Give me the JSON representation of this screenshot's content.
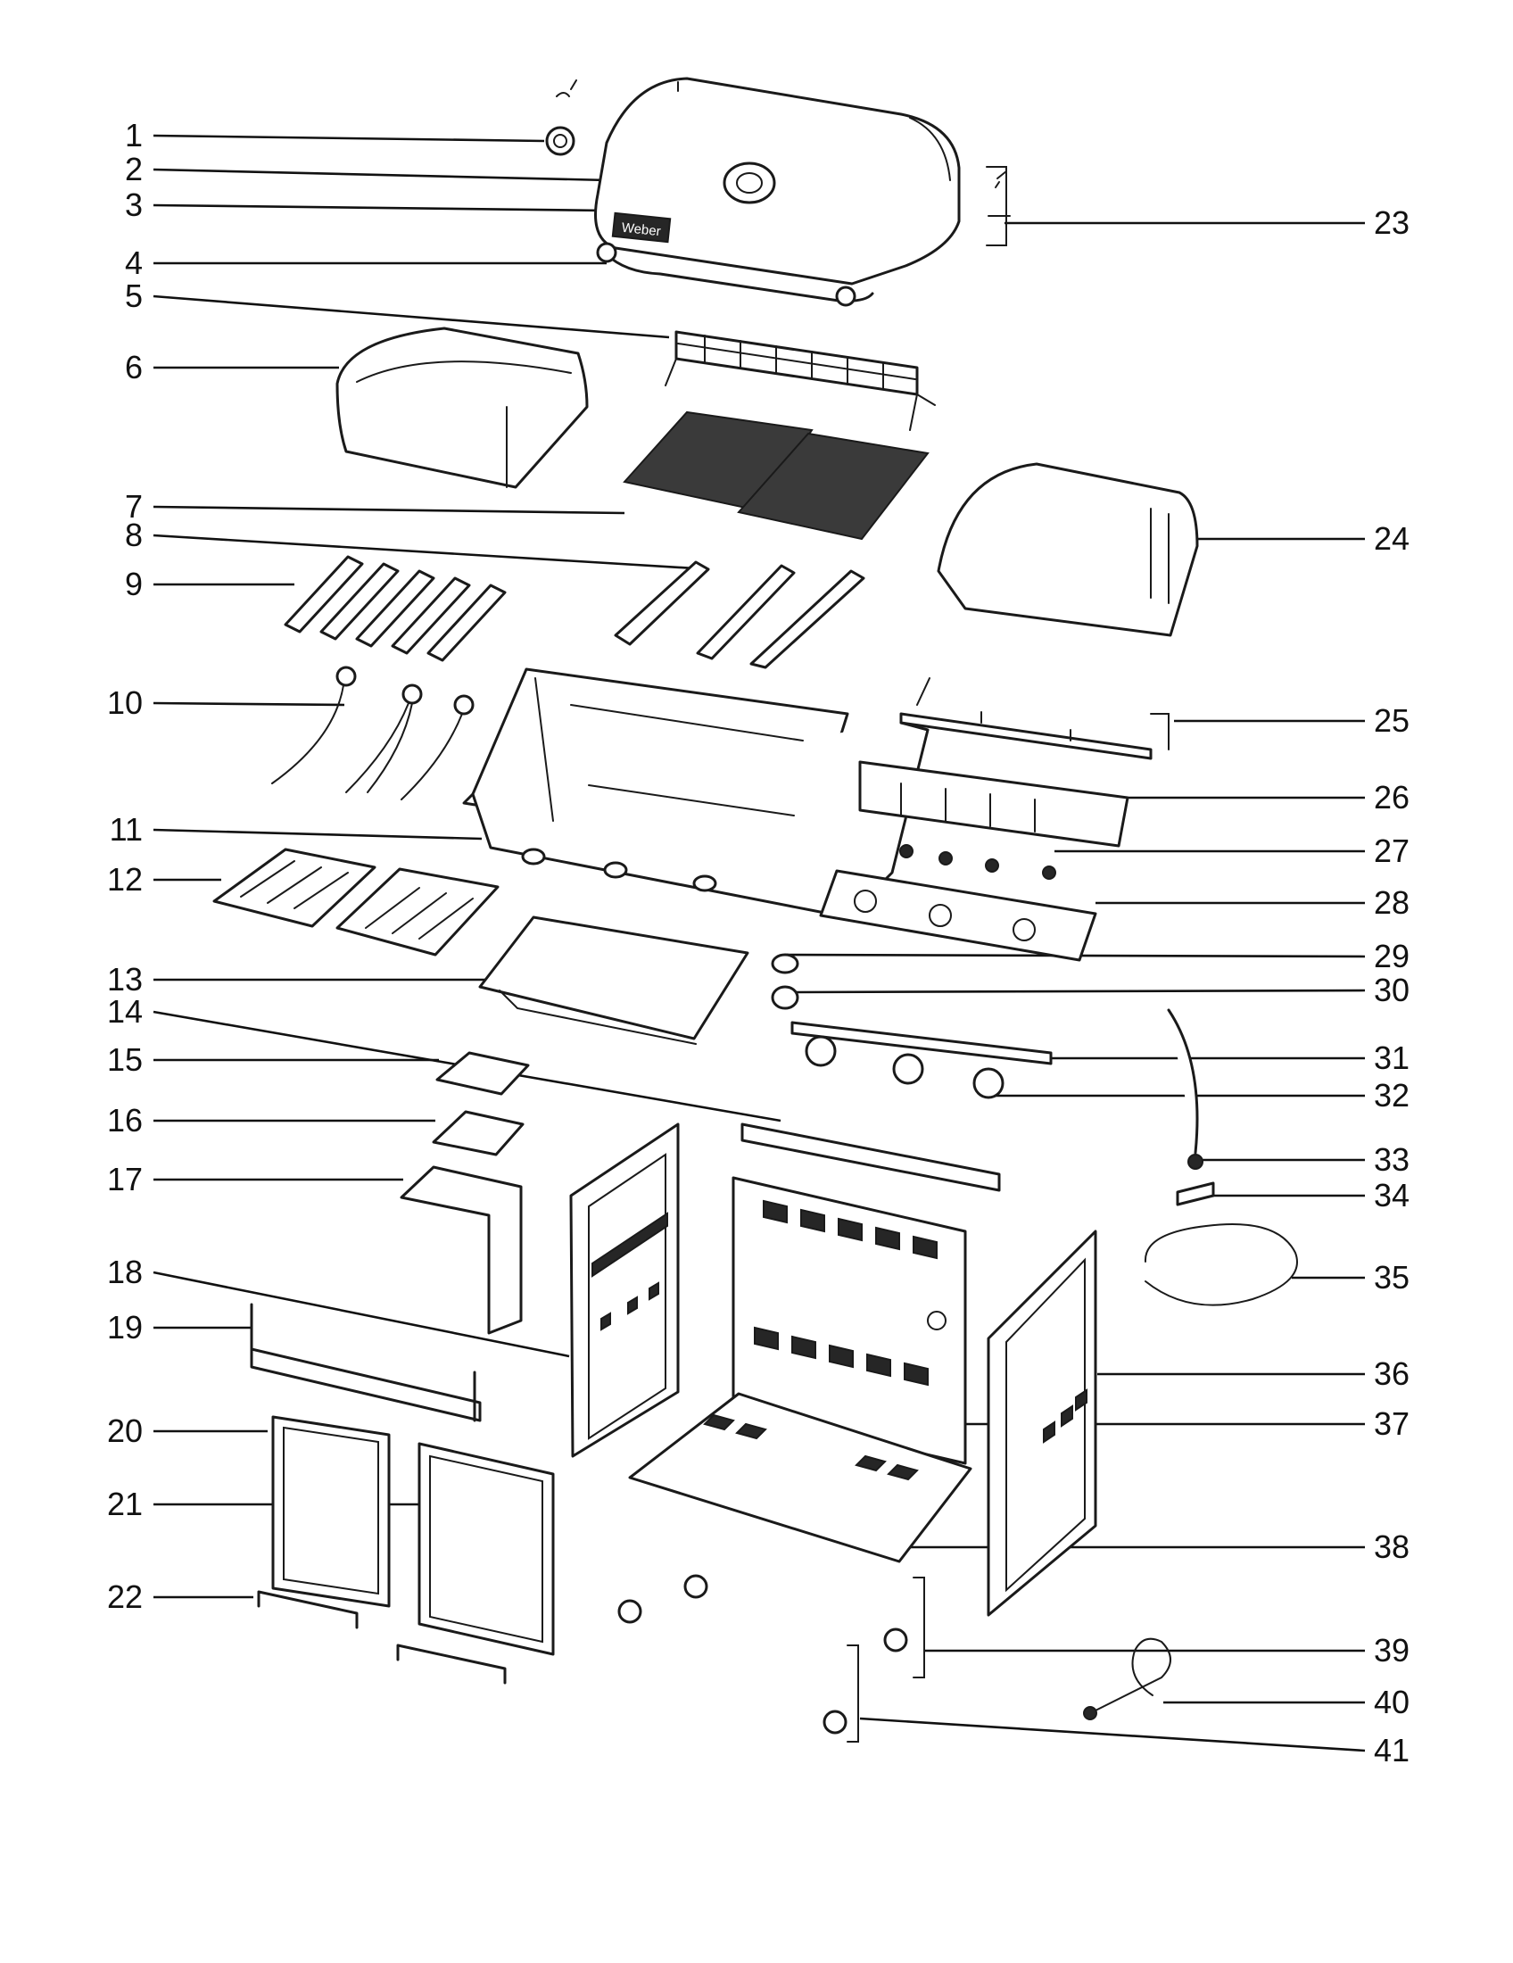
{
  "diagram": {
    "labels_left": [
      "1",
      "2",
      "3",
      "4",
      "5",
      "6",
      "7",
      "8",
      "9",
      "10",
      "11",
      "12",
      "13",
      "14",
      "15",
      "16",
      "17",
      "18",
      "19",
      "20",
      "21",
      "22"
    ],
    "labels_right": [
      "23",
      "24",
      "25",
      "26",
      "27",
      "28",
      "29",
      "30",
      "31",
      "32",
      "33",
      "34",
      "35",
      "36",
      "37",
      "38",
      "39",
      "40",
      "41"
    ],
    "brand_text": "Weber",
    "colors": {
      "ink": "#111111",
      "background": "#ffffff"
    }
  }
}
